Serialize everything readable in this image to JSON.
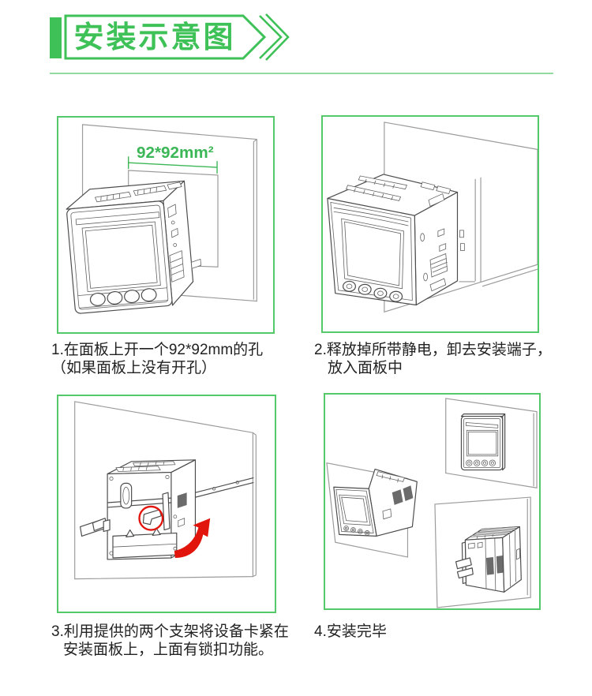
{
  "header": {
    "title": "安装示意图"
  },
  "steps": [
    {
      "caption_lines": [
        "1.在面板上开一个92*92mm的孔",
        "（如果面板上没有开孔）"
      ],
      "annotation": "92*92mm²",
      "illustration": "meter-before-panel-cutout"
    },
    {
      "caption_lines": [
        "2.释放掉所带静电，卸去安装端子，",
        "放入面板中"
      ],
      "illustration": "meter-inserted-into-panel"
    },
    {
      "caption_lines": [
        "3.利用提供的两个支架将设备卡紧在",
        "安装面板上，上面有锁扣功能。"
      ],
      "illustration": "bracket-locking-rear-view"
    },
    {
      "caption_lines": [
        "4.安装完毕"
      ],
      "illustration": "installation-complete-views"
    }
  ],
  "colors": {
    "accent_green": "#3ec157",
    "panel_border_green": "#53c96a",
    "divider_green": "#92dba0",
    "annotation_green": "#3cb757",
    "drawing_gray": "#4c4c4c",
    "wall_gray": "#9b9b9b",
    "highlight_red": "#e2150c",
    "caption_text": "#222222"
  }
}
